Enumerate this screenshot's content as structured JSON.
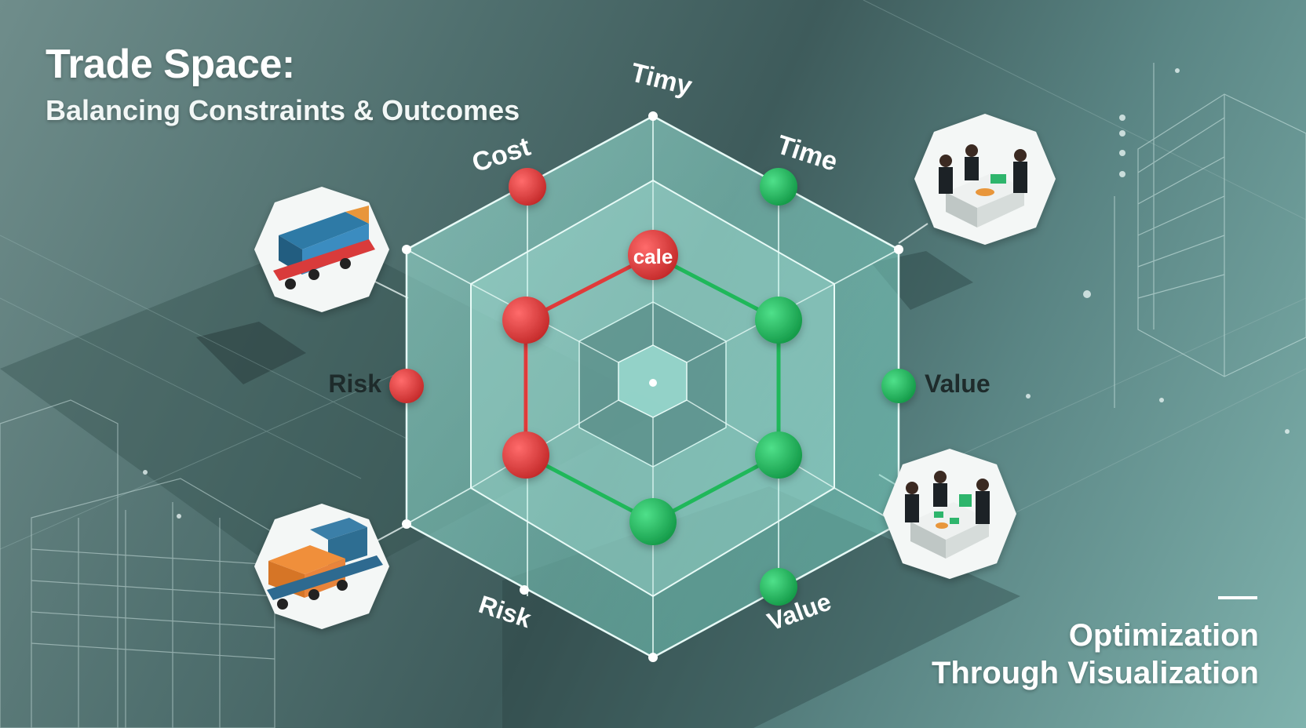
{
  "header": {
    "title": "Trade Space:",
    "subtitle": "Balancing Constraints & Outcomes"
  },
  "footer": {
    "line1": "Optimization",
    "line2": "Through Visualization"
  },
  "diagram": {
    "center_node_label": "cale",
    "labels": {
      "top": "Timy",
      "cost": "Cost",
      "time": "Time",
      "risk_left": "Risk",
      "value_right": "Value",
      "risk_bottom": "Risk",
      "value_bottom": "Value"
    },
    "icons": {
      "top_left": "blue-container-truck-icon",
      "top_right": "business-meeting-icon",
      "bottom_left": "orange-container-truck-icon",
      "bottom_right": "negotiation-table-icon"
    }
  },
  "colors": {
    "constraint_red": "#e03a3a",
    "outcome_green": "#1fb85a",
    "cube_teal": "#8fe3d3"
  }
}
